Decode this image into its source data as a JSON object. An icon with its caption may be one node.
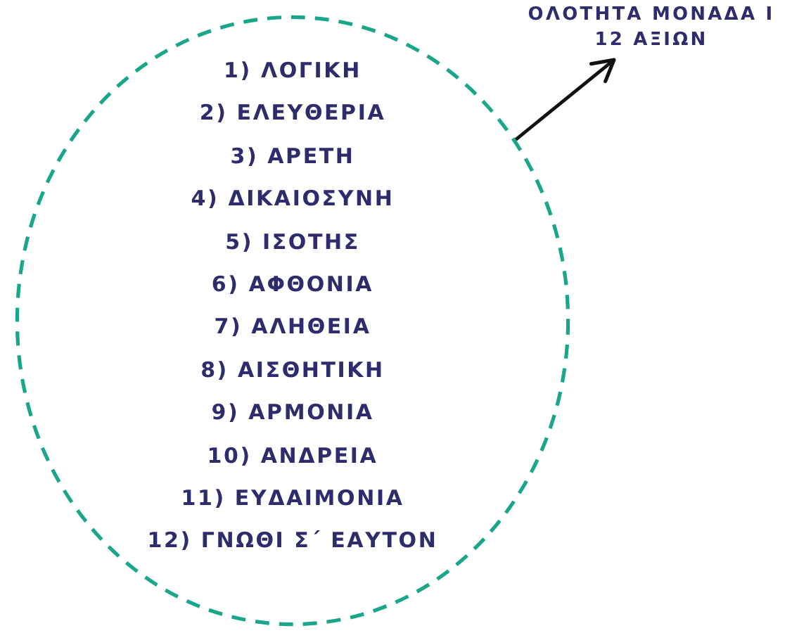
{
  "diagram": {
    "nodes": [
      {
        "text": [
          "1) ΛΟΓΙΚΗ",
          "2) ΕΛΕΥΘΕΡΙΑ",
          "3) ΑΡΕΤΗ",
          "4) ΔΙΚΑΙΟΣΥΝΗ",
          "5) ΙΣΟΤΗΣ",
          "6) ΑΦΘΟΝΙΑ",
          "7) ΑΛΗΘΕΙΑ",
          "8) ΑΙΣΘΗΤΙΚΗ",
          "9) ΑΡΜΟΝΙΑ",
          "10) ΑΝΔΡΕΙΑ",
          "11) ΕΥΔΑΙΜΟΝΙΑ",
          "12) ΓΝΩΘΙ Σ΄ ΕΑΥΤΟΝ"
        ]
      },
      {
        "text": [
          "ΟΛΟΤΗΤΑ ΜΟΝΑΔΑ Ι 12 ΑΞΙΩΝ"
        ]
      }
    ],
    "edges": [
      {
        "from": 0,
        "to": 1,
        "arrow": "to"
      }
    ]
  }
}
